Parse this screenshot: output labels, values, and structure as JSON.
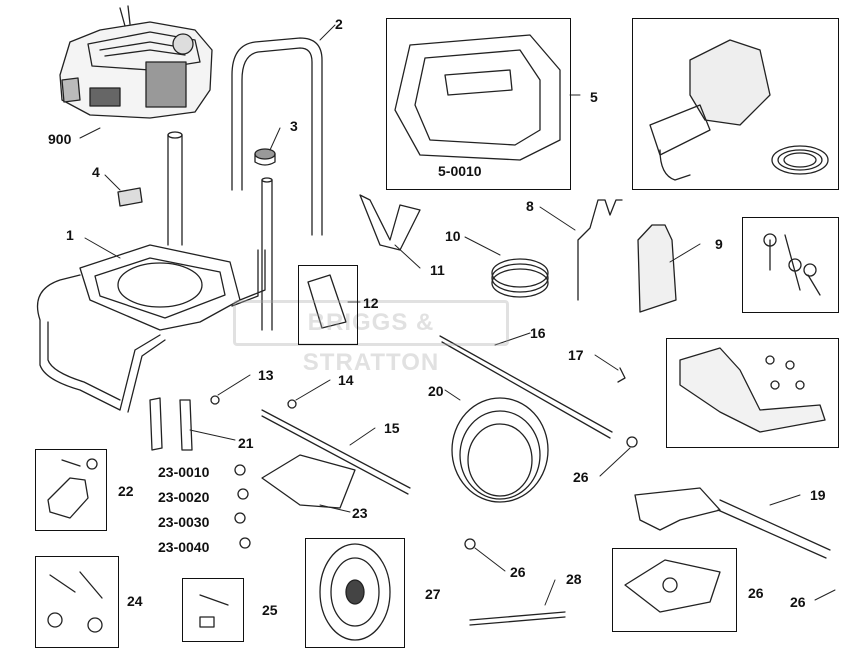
{
  "diagram": {
    "callouts": {
      "c1": "1",
      "c2": "2",
      "c3": "3",
      "c4": "4",
      "c5": "5",
      "c5_0010": "5-0010",
      "c8": "8",
      "c9": "9",
      "c10": "10",
      "c11": "11",
      "c12": "12",
      "c13": "13",
      "c14": "14",
      "c15": "15",
      "c16": "16",
      "c17": "17",
      "c19": "19",
      "c20": "20",
      "c21": "21",
      "c22": "22",
      "c23": "23",
      "c23_0010": "23-0010",
      "c23_0020": "23-0020",
      "c23_0030": "23-0030",
      "c23_0040": "23-0040",
      "c24": "24",
      "c25": "25",
      "c26a": "26",
      "c26b": "26",
      "c26c": "26",
      "c26d": "26",
      "c27": "27",
      "c28": "28",
      "c900": "900"
    },
    "watermark": "BRIGGS & STRATTON"
  }
}
